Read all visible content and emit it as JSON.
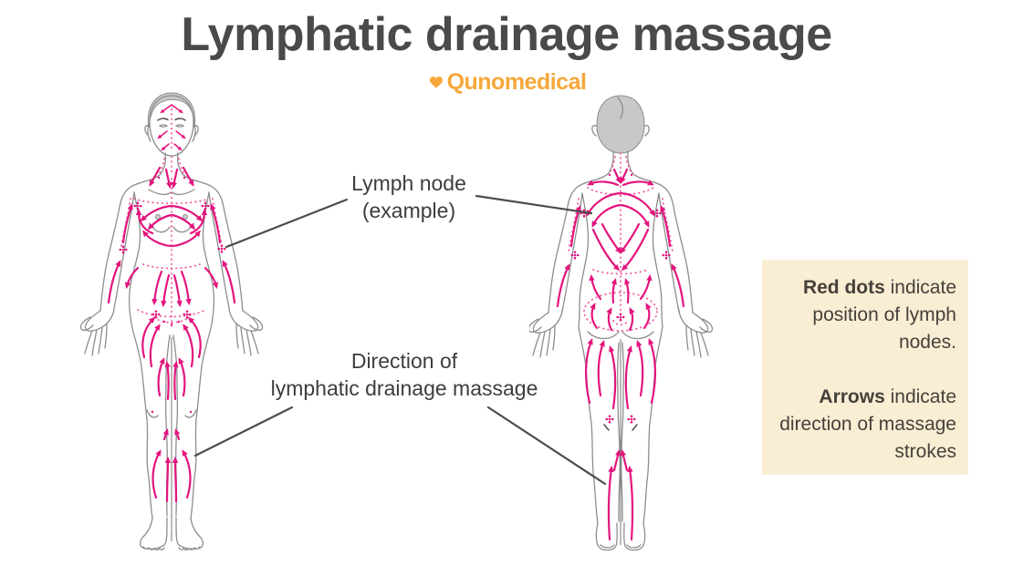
{
  "title": "Lymphatic drainage massage",
  "brand": {
    "name": "Qunomedical",
    "icon": "heart-icon"
  },
  "annotations": {
    "lymph_node": {
      "line1": "Lymph node",
      "line2": "(example)"
    },
    "direction": {
      "line1": "Direction of",
      "line2": "lymphatic drainage massage"
    }
  },
  "legend": {
    "items": [
      {
        "bold": "Red dots",
        "rest": " indicate position of lymph nodes."
      },
      {
        "bold": "Arrows",
        "rest": " indicate direction of massage strokes"
      }
    ]
  },
  "figures": {
    "front": {
      "label": "body-front-view"
    },
    "back": {
      "label": "body-back-view"
    }
  },
  "colors": {
    "accent_pink": "#e3147d",
    "dotted_pink": "#ee5ca2",
    "outline_gray": "#8d8d8d",
    "hair_gray": "#c8c8c8",
    "callout_gray": "#4c4c4c",
    "title_gray": "#4a4a4a",
    "brand_orange": "#f6a83a",
    "legend_bg": "#f9edd4",
    "legend_text": "#45413a"
  }
}
